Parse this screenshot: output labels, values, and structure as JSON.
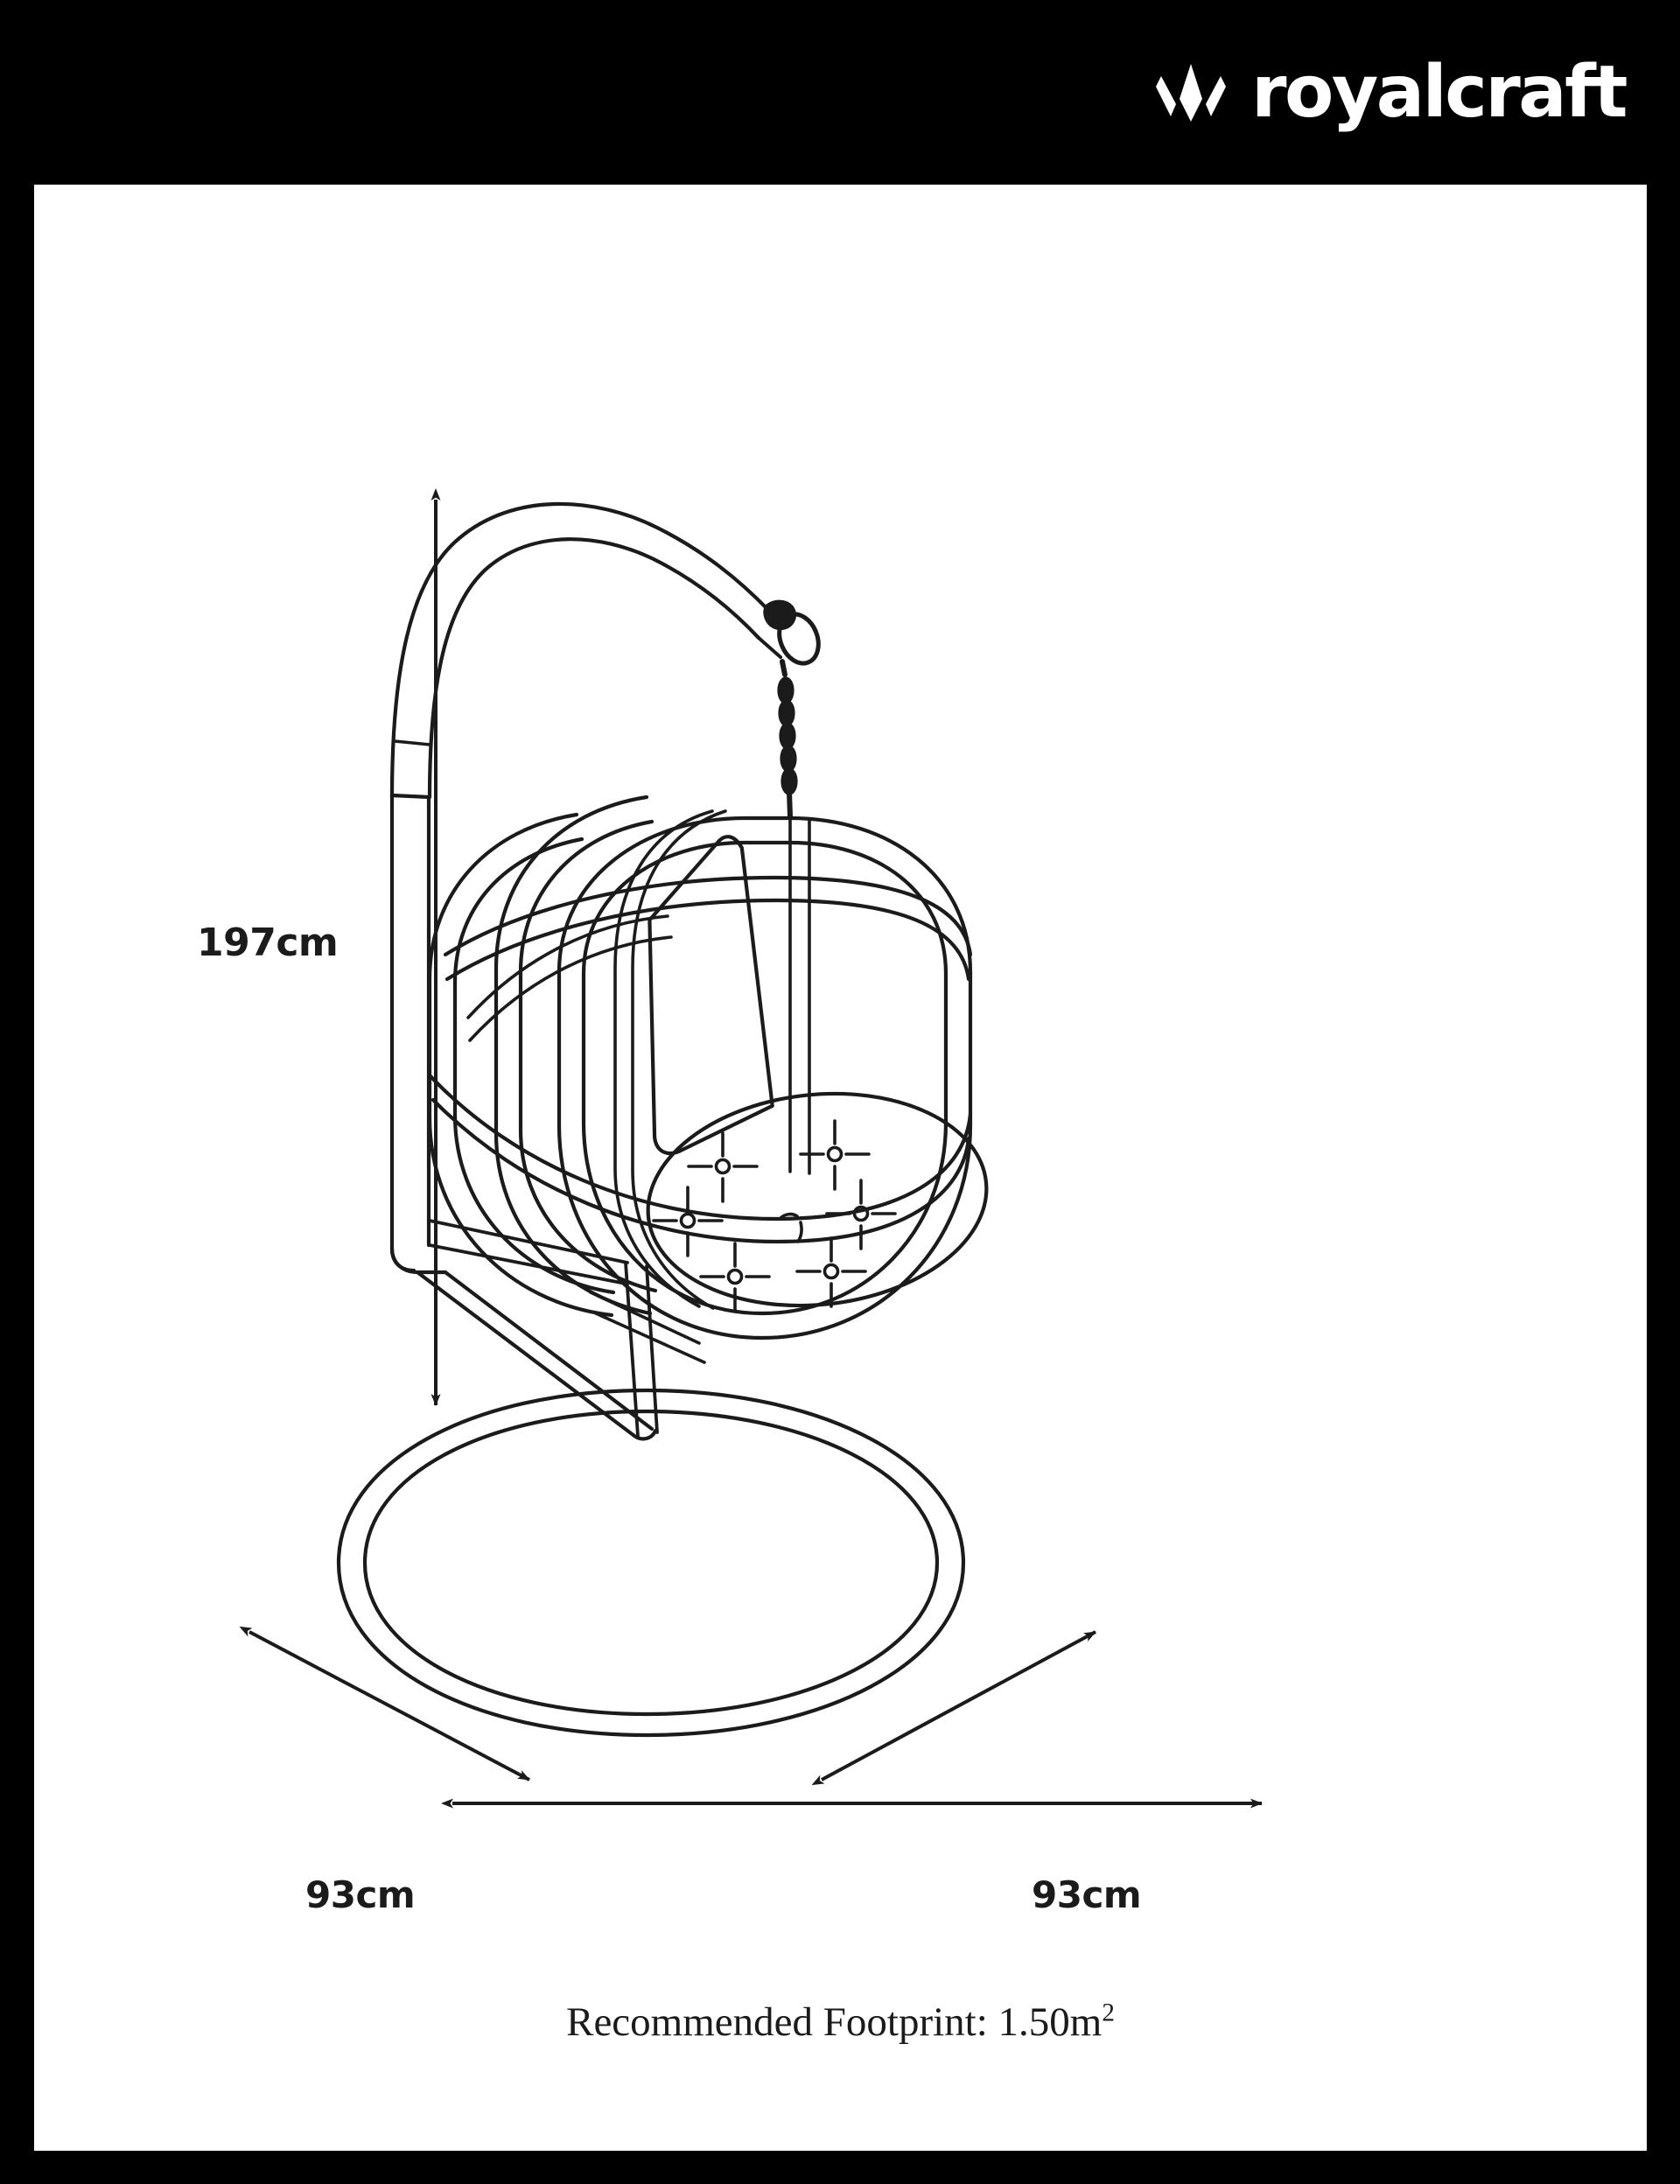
{
  "brand": {
    "name": "royalcraft",
    "mark_name": "crown-logo-icon",
    "logo_color": "#ffffff",
    "bar_color": "#000000"
  },
  "sheet": {
    "background_color": "#ffffff",
    "line_color": "#1b1b1b"
  },
  "product": {
    "type": "hanging egg swing chair with stand",
    "parts": [
      "curved-stand-arm",
      "hanging-chain",
      "egg-cocoon-frame",
      "back-pillow",
      "seat-cushion",
      "vertical-post",
      "support-struts",
      "oval-base-ring"
    ]
  },
  "dimensions": {
    "height": {
      "label": "197cm",
      "value": 197,
      "unit": "cm",
      "orientation": "vertical"
    },
    "depth_left": {
      "label": "93cm",
      "value": 93,
      "unit": "cm",
      "orientation": "diagonal-left"
    },
    "width_right": {
      "label": "93cm",
      "value": 93,
      "unit": "cm",
      "orientation": "diagonal-right"
    },
    "footprint": {
      "caption_prefix": "Recommended Footprint: ",
      "caption_value": "1.50m",
      "caption_superscript": "2",
      "value": 1.5,
      "unit": "m²",
      "orientation": "horizontal"
    }
  }
}
